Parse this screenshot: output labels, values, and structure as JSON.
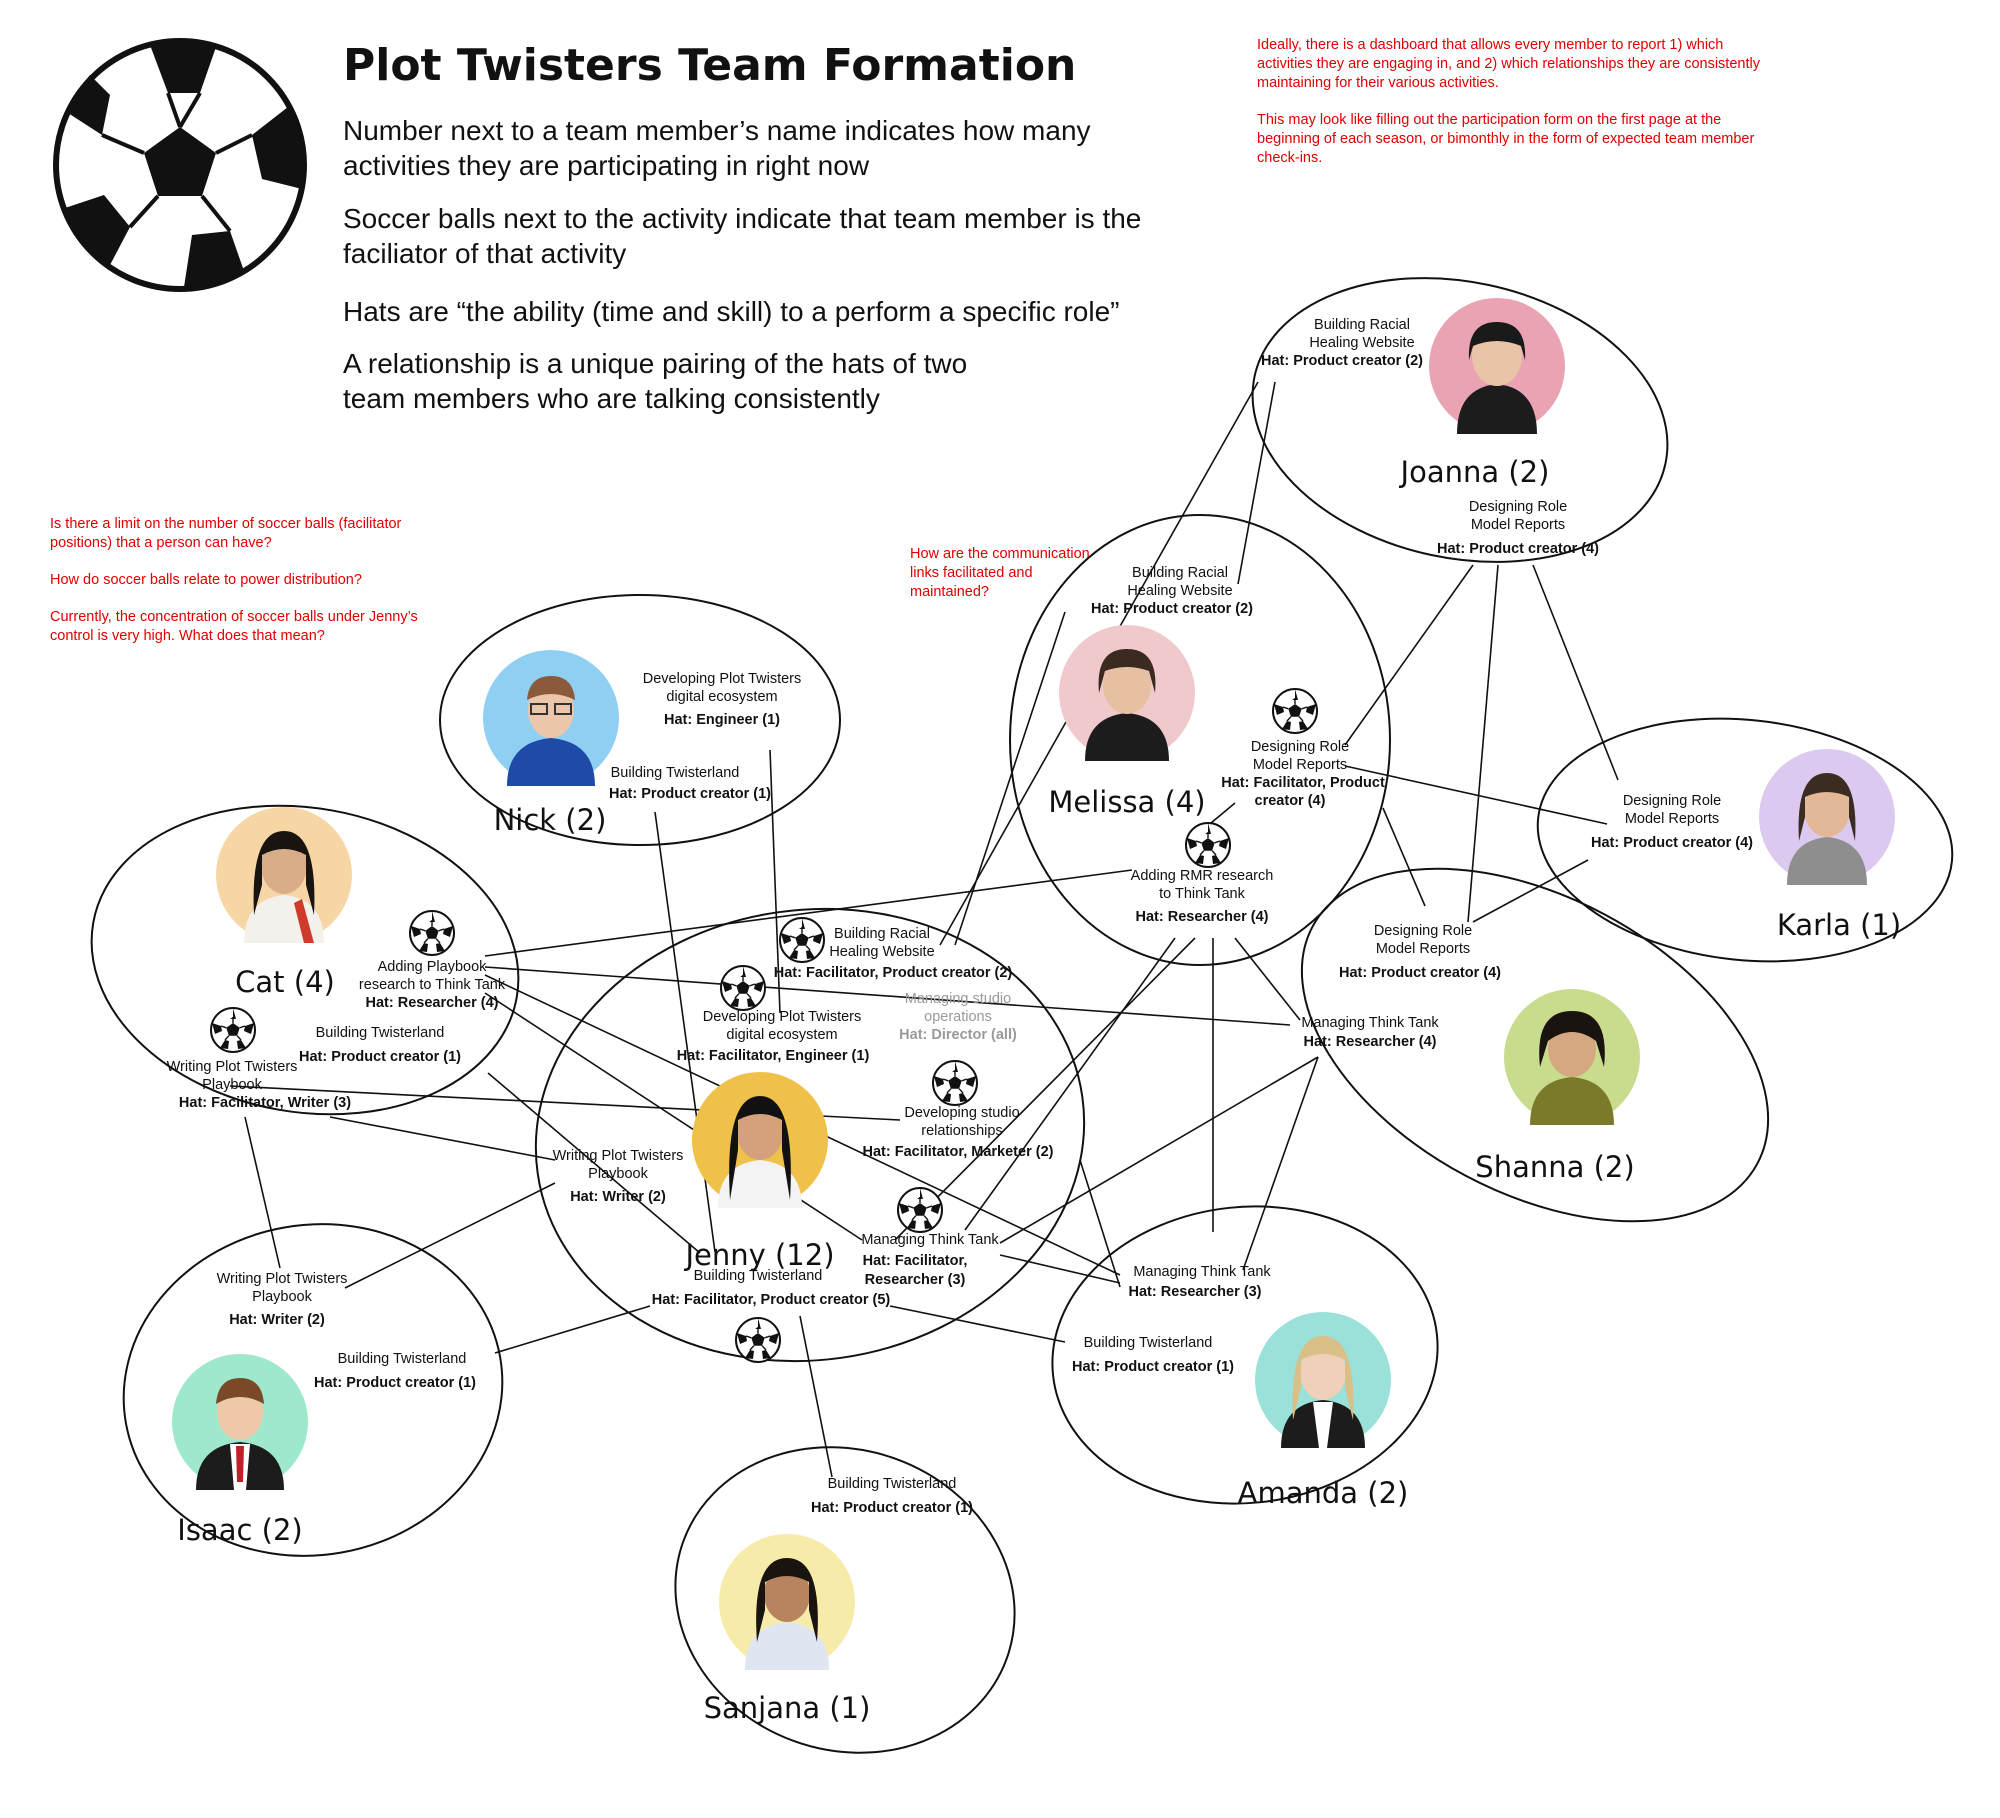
{
  "title": "Plot Twisters Team Formation",
  "bullets": [
    [
      "Number next to a team member’s name indicates how many",
      "activities they are participating in right now"
    ],
    [
      "Soccer balls next to the activity indicate that team member is the",
      "faciliator of that activity"
    ],
    [
      "Hats are “the ability (time and skill) to a perform a specific role”"
    ],
    [
      "A relationship is a unique pairing of the hats of two",
      "team members who are talking consistently"
    ]
  ],
  "notes": {
    "top_right": [
      "Ideally, there is a dashboard that allows every member to report 1) which",
      "activities they are engaging in, and 2) which relationships they are consistently",
      "maintaining for their various activities.",
      "",
      "This may look like filling out the participation form on the first page at the",
      "beginning of each season, or bimonthly in the form of expected team member",
      "check-ins."
    ],
    "left": [
      "Is there a limit on the number of soccer balls (facilitator",
      "positions) that a person can have?",
      "",
      "How do soccer balls relate to power distribution?",
      "",
      "Currently, the concentration of soccer balls under Jenny’s",
      "control is very high. What does that mean?"
    ],
    "middle": [
      "How are the communication",
      "links facilitated and",
      "maintained?"
    ]
  },
  "members": {
    "joanna": {
      "name": "Joanna (2)",
      "avatar_color": "#e9a3b2"
    },
    "melissa": {
      "name": "Melissa (4)",
      "avatar_color": "#f0c9cc"
    },
    "nick": {
      "name": "Nick (2)",
      "avatar_color": "#8fd0f2"
    },
    "cat": {
      "name": "Cat (4)",
      "avatar_color": "#f7d6a6"
    },
    "karla": {
      "name": "Karla (1)",
      "avatar_color": "#dcc9ef"
    },
    "shanna": {
      "name": "Shanna (2)",
      "avatar_color": "#c9dc8e"
    },
    "jenny": {
      "name": "Jenny (12)",
      "avatar_color": "#f0c14a"
    },
    "isaac": {
      "name": "Isaac (2)",
      "avatar_color": "#9ee8cc"
    },
    "amanda": {
      "name": "Amanda (2)",
      "avatar_color": "#9ae1da"
    },
    "sanjana": {
      "name": "Sanjana (1)",
      "avatar_color": "#f7eba9"
    }
  },
  "activities": {
    "joanna_brhw": {
      "lines": [
        "Building Racial",
        "Healing Website"
      ],
      "hat": "Hat: Product creator (2)"
    },
    "joanna_drmr": {
      "lines": [
        "Designing Role",
        "Model Reports"
      ],
      "hat": "Hat: Product creator (4)"
    },
    "melissa_brhw": {
      "lines": [
        "Building Racial",
        "Healing Website"
      ],
      "hat": "Hat: Product creator (2)"
    },
    "melissa_drmr": {
      "lines": [
        "Designing Role",
        "Model Reports"
      ],
      "hat_lines": [
        "Hat: Facilitator, Product",
        "creator (4)"
      ]
    },
    "melissa_rmr": {
      "lines": [
        "Adding RMR research",
        "to Think Tank"
      ],
      "hat": "Hat: Researcher (4)"
    },
    "nick_dpt": {
      "lines": [
        "Developing Plot Twisters",
        "digital ecosystem"
      ],
      "hat": "Hat: Engineer (1)"
    },
    "nick_bt": {
      "lines": [
        "Building Twisterland"
      ],
      "hat": "Hat: Product creator (1)"
    },
    "cat_apr": {
      "lines": [
        "Adding Playbook",
        "research to Think Tank"
      ],
      "hat": "Hat: Researcher (4)"
    },
    "cat_bt": {
      "lines": [
        "Building Twisterland"
      ],
      "hat": "Hat: Product creator (1)"
    },
    "cat_wpt": {
      "lines": [
        "Writing Plot Twisters",
        "Playbook"
      ],
      "hat": "Hat: Facilitator, Writer (3)"
    },
    "karla_drmr": {
      "lines": [
        "Designing Role",
        "Model Reports"
      ],
      "hat": "Hat: Product creator (4)"
    },
    "shanna_drmr": {
      "lines": [
        "Designing Role",
        "Model Reports"
      ],
      "hat": "Hat: Product creator (4)"
    },
    "shanna_mtt": {
      "lines": [
        "Managing Think Tank"
      ],
      "hat": "Hat: Researcher (4)"
    },
    "jenny_brhw": {
      "lines": [
        "Building Racial",
        "Healing Website"
      ],
      "hat": "Hat: Facilitator, Product creator (2)"
    },
    "jenny_dpt": {
      "lines": [
        "Developing Plot Twisters",
        "digital ecosystem"
      ],
      "hat": "Hat: Facilitator, Engineer (1)"
    },
    "jenny_mso": {
      "lines": [
        "Managing studio",
        "operations"
      ],
      "hat": "Hat: Director (all)"
    },
    "jenny_dsr": {
      "lines": [
        "Developing studio",
        "relationships"
      ],
      "hat": "Hat: Facilitator, Marketer (2)"
    },
    "jenny_wpt": {
      "lines": [
        "Writing Plot Twisters",
        "Playbook"
      ],
      "hat": "Hat: Writer (2)"
    },
    "jenny_mtt": {
      "lines": [
        "Managing Think Tank"
      ],
      "hat_lines": [
        "Hat: Facilitator,",
        "Researcher (3)"
      ]
    },
    "jenny_bt": {
      "lines": [
        "Building Twisterland"
      ],
      "hat": "Hat: Facilitator, Product creator (5)"
    },
    "isaac_wpt": {
      "lines": [
        "Writing Plot Twisters",
        "Playbook"
      ],
      "hat": "Hat: Writer (2)"
    },
    "isaac_bt": {
      "lines": [
        "Building Twisterland"
      ],
      "hat": "Hat: Product creator (1)"
    },
    "amanda_mtt": {
      "lines": [
        "Managing Think Tank"
      ],
      "hat": "Hat: Researcher (3)"
    },
    "amanda_bt": {
      "lines": [
        "Building Twisterland"
      ],
      "hat": "Hat: Product creator (1)"
    },
    "sanjana_bt": {
      "lines": [
        "Building Twisterland"
      ],
      "hat": "Hat: Product creator (1)"
    }
  },
  "colors": {
    "note_red": "#e00000",
    "ink": "#111111",
    "muted_grey": "#9a9a9a"
  }
}
